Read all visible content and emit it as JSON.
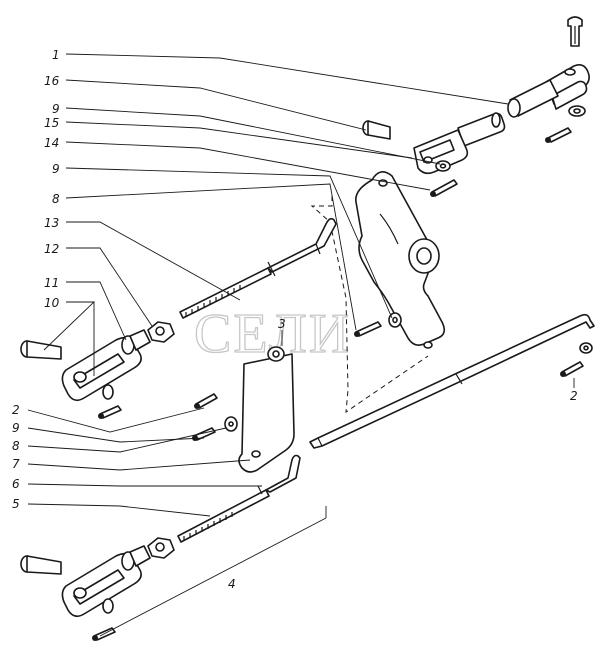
{
  "diagram": {
    "watermark": "СЕЛИ",
    "callouts": {
      "c1": "1",
      "c16": "16",
      "c9a": "9",
      "c15": "15",
      "c14": "14",
      "c9b": "9",
      "c8a": "8",
      "c13": "13",
      "c12": "12",
      "c11": "11",
      "c10": "10",
      "c3": "3",
      "c2a": "2",
      "c9c": "9",
      "c8b": "8",
      "c7": "7",
      "c6": "6",
      "c5": "5",
      "c4": "4",
      "c2b": "2"
    }
  }
}
